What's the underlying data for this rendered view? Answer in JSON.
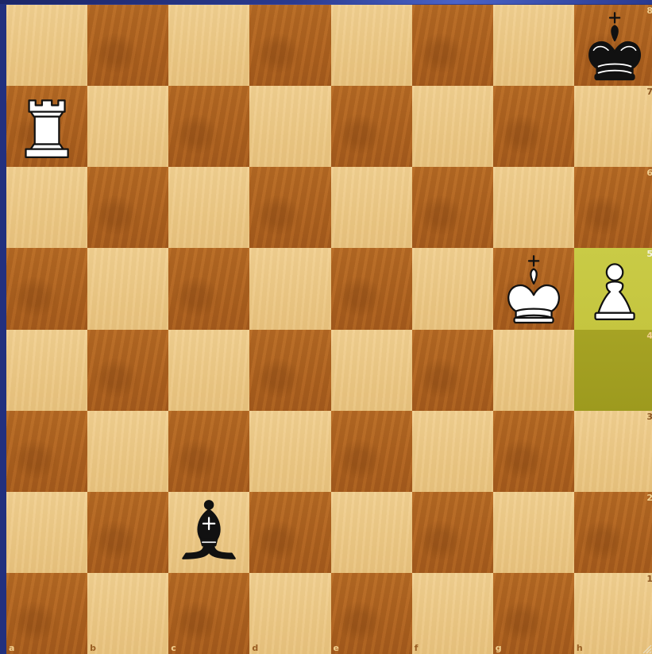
{
  "board": {
    "orientation": "white",
    "files": [
      "a",
      "b",
      "c",
      "d",
      "e",
      "f",
      "g",
      "h"
    ],
    "ranks": [
      "8",
      "7",
      "6",
      "5",
      "4",
      "3",
      "2",
      "1"
    ],
    "highlighted_squares": [
      "h5",
      "h4"
    ],
    "pieces": [
      {
        "square": "h8",
        "color": "black",
        "type": "king"
      },
      {
        "square": "a7",
        "color": "white",
        "type": "rook"
      },
      {
        "square": "g5",
        "color": "white",
        "type": "king"
      },
      {
        "square": "h5",
        "color": "white",
        "type": "pawn"
      },
      {
        "square": "c2",
        "color": "black",
        "type": "bishop"
      }
    ],
    "colors": {
      "light_square": "#f1cf8f",
      "dark_square": "#b76a24",
      "highlight_light": "#c9cb46",
      "highlight_dark": "#a6a324",
      "frame": "#2a3a8f"
    }
  }
}
